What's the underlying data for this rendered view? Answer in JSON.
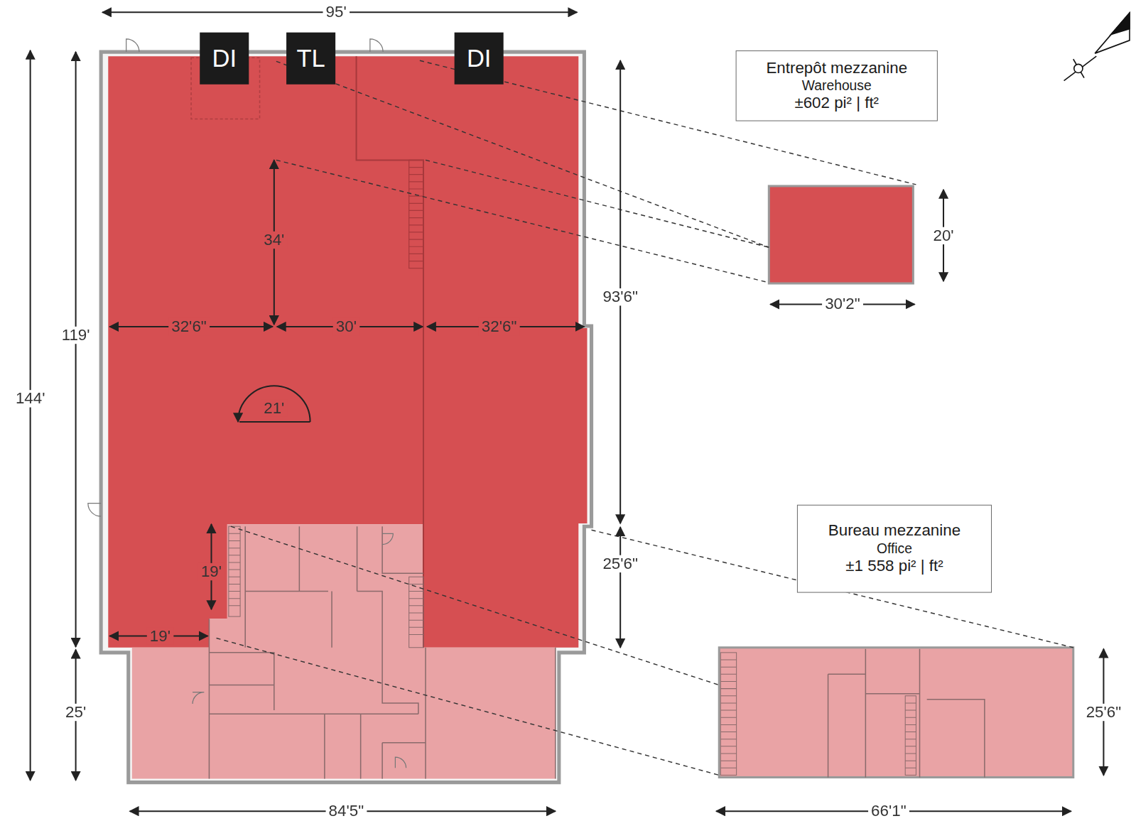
{
  "diagram": {
    "nodes": [
      {
        "text": [
          "DI"
        ]
      },
      {
        "text": [
          "TL"
        ]
      },
      {
        "text": [
          "DI"
        ]
      },
      {
        "text": [
          "Entrepôt mezzanine",
          "Warehouse",
          "±602 pi² | ft²"
        ]
      },
      {
        "text": [
          "Bureau mezzanine",
          "Office",
          "±1 558 pi² | ft²"
        ]
      }
    ],
    "labels": [
      "95'",
      "144'",
      "119'",
      "34'",
      "32'6\"",
      "30'",
      "32'6\"",
      "93'6\"",
      "21'",
      "19'",
      "25'6\"",
      "19'",
      "25'",
      "84'5\"",
      "20'",
      "30'2\"",
      "25'6\"",
      "66'1\""
    ]
  }
}
